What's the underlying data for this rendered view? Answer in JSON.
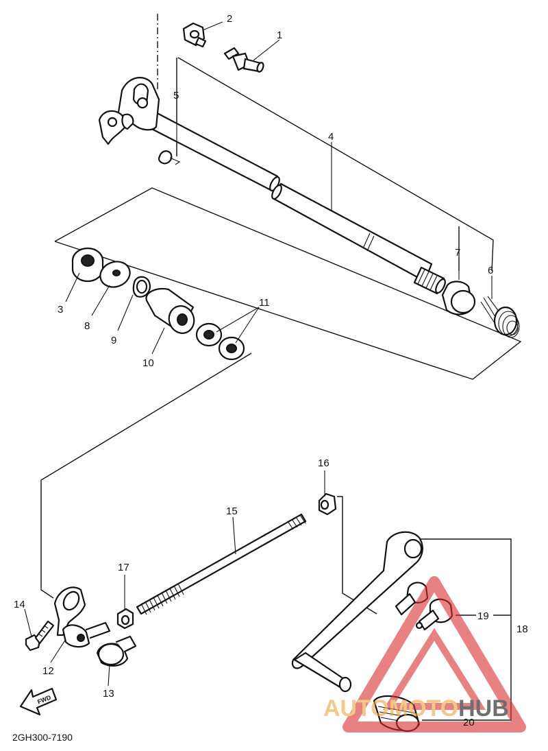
{
  "diagram": {
    "part_labels": [
      "1",
      "2",
      "3",
      "4",
      "5",
      "6",
      "7",
      "8",
      "9",
      "10",
      "11",
      "12",
      "13",
      "14",
      "15",
      "16",
      "17",
      "18",
      "19",
      "20"
    ],
    "diagram_code": "2GH300-7190",
    "direction_label": "FWD",
    "watermark": {
      "part1": "AUTO",
      "part2": "MOTO",
      "part3": "HUB",
      "colors": {
        "orange": "#f0a23a",
        "red": "#d92e2e",
        "black": "#111111"
      }
    }
  }
}
